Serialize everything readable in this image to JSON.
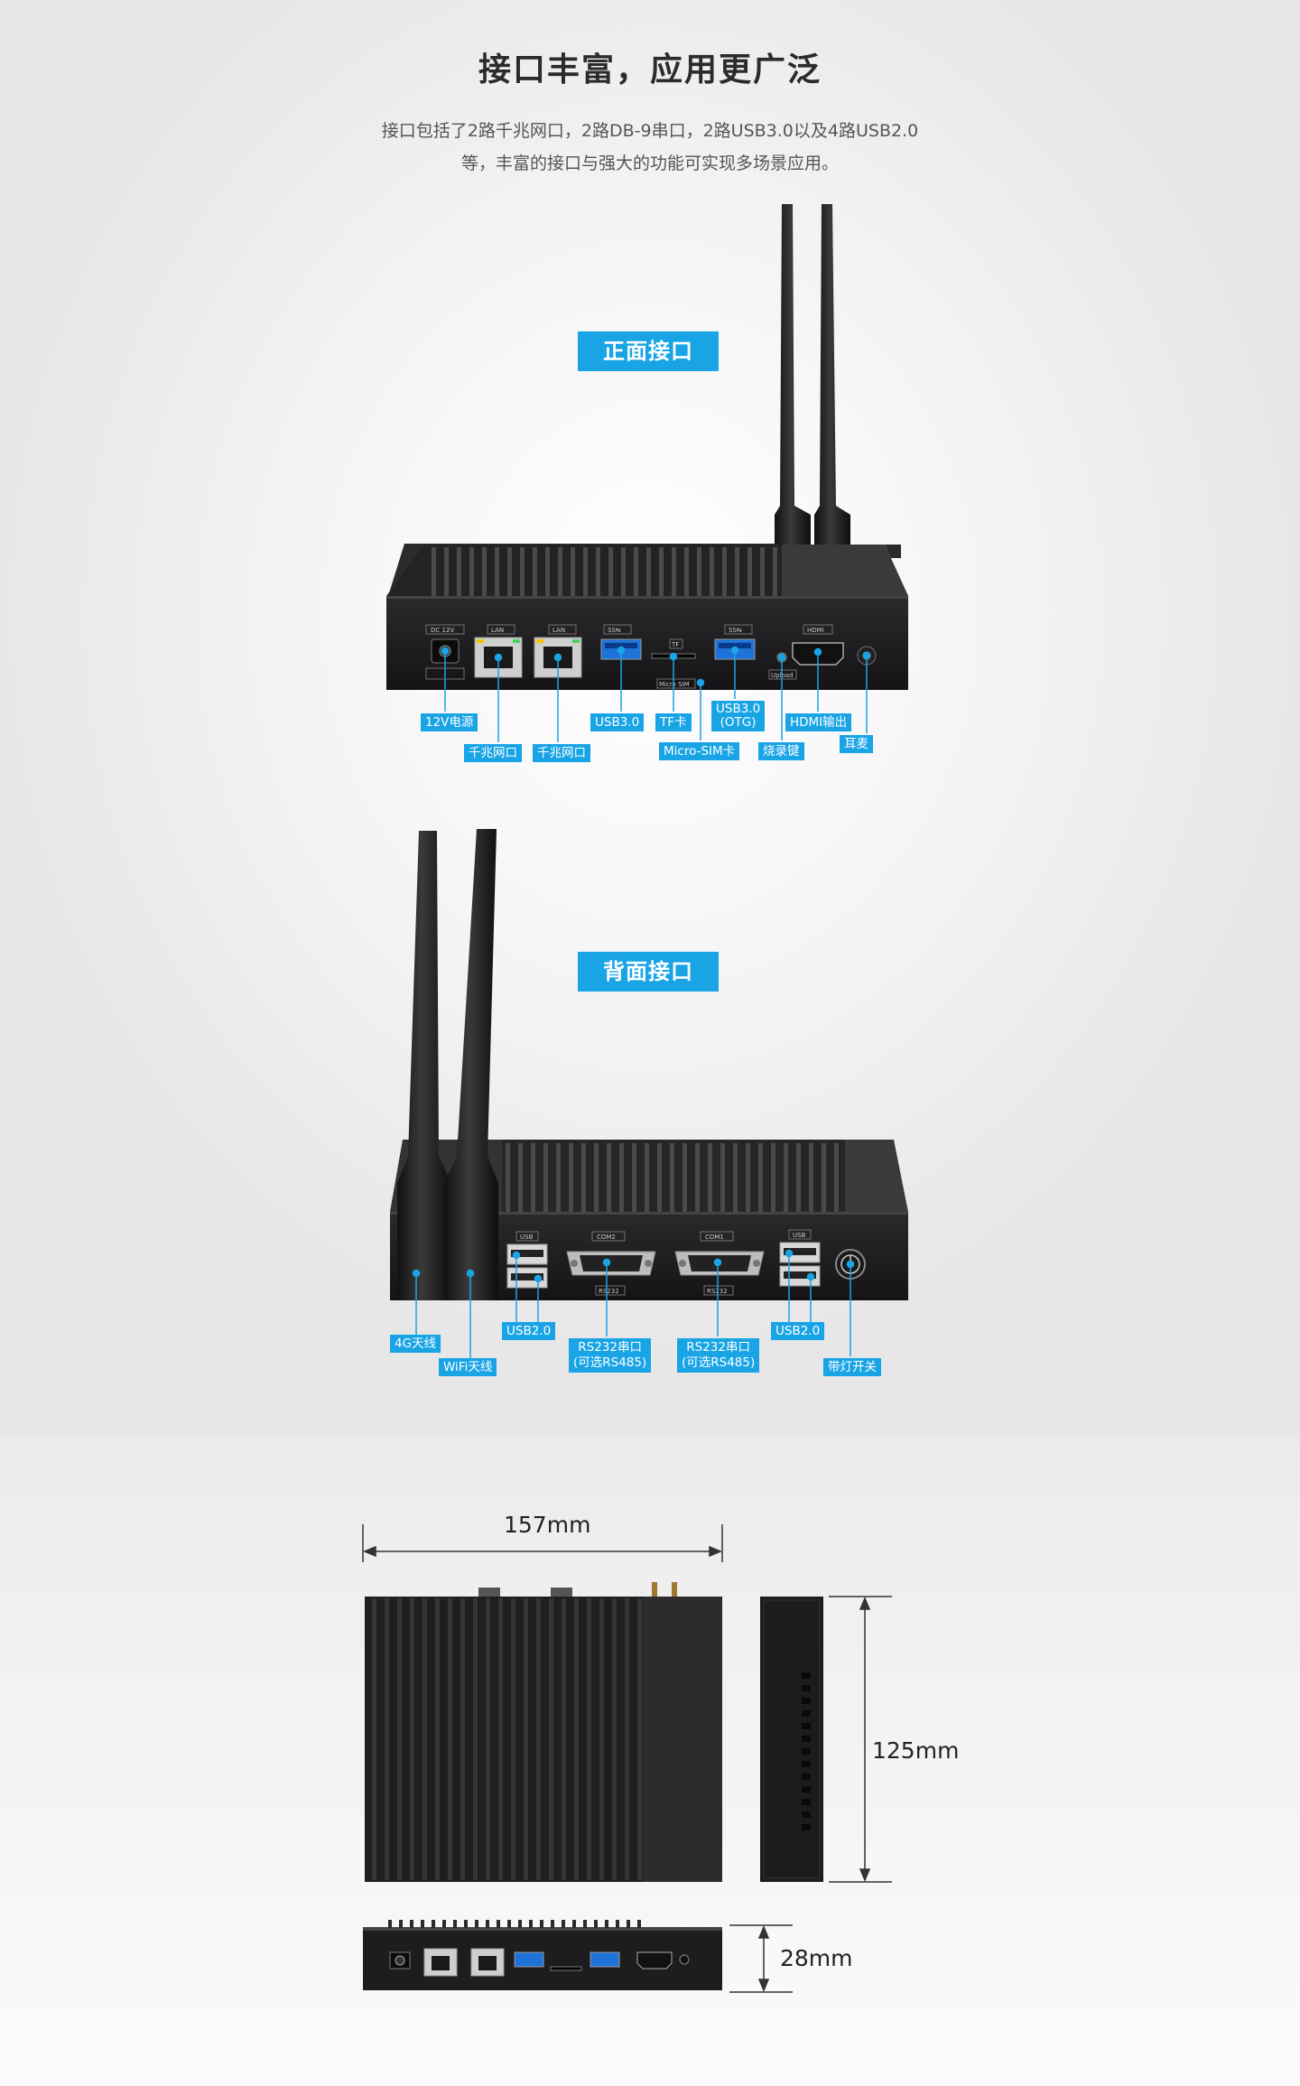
{
  "header": {
    "title": "接口丰富，应用更广泛",
    "desc_line1": "接口包括了2路千兆网口，2路DB-9串口，2路USB3.0以及4路USB2.0",
    "desc_line2": "等，丰富的接口与强大的功能可实现多场景应用。"
  },
  "front": {
    "tag": "正面接口",
    "labels": {
      "power": "12V电源",
      "lan1": "千兆网口",
      "lan2": "千兆网口",
      "usb30": "USB3.0",
      "tf": "TF卡",
      "microsim": "Micro-SIM卡",
      "usb30otg_1": "USB3.0",
      "usb30otg_2": "(OTG)",
      "burn": "烧录键",
      "hdmi": "HDMI输出",
      "earphone": "耳麦"
    },
    "silkscreen": {
      "dc": "DC 12V",
      "lan": "LAN",
      "ss": "SS⇆",
      "tf": "TF",
      "microsim": "Micro SIM",
      "upload": "Upload",
      "hdmi": "HDMI"
    }
  },
  "back": {
    "tag": "背面接口",
    "labels": {
      "ant4g": "4G天线",
      "wifi": "WiFi天线",
      "usb20_left": "USB2.0",
      "rs232a_1": "RS232串口",
      "rs232a_2": "(可选RS485)",
      "rs232b_1": "RS232串口",
      "rs232b_2": "(可选RS485)",
      "usb20_right": "USB2.0",
      "power_switch": "带灯开关"
    },
    "silkscreen": {
      "usb": "USB",
      "com2": "COM2",
      "com1": "COM1",
      "rs232": "RS232"
    }
  },
  "dimensions": {
    "width": "157mm",
    "depth": "125mm",
    "height": "28mm"
  },
  "colors": {
    "accent": "#19a4e6",
    "device": "#1c1c1e",
    "fin": "#3a3a3c"
  }
}
